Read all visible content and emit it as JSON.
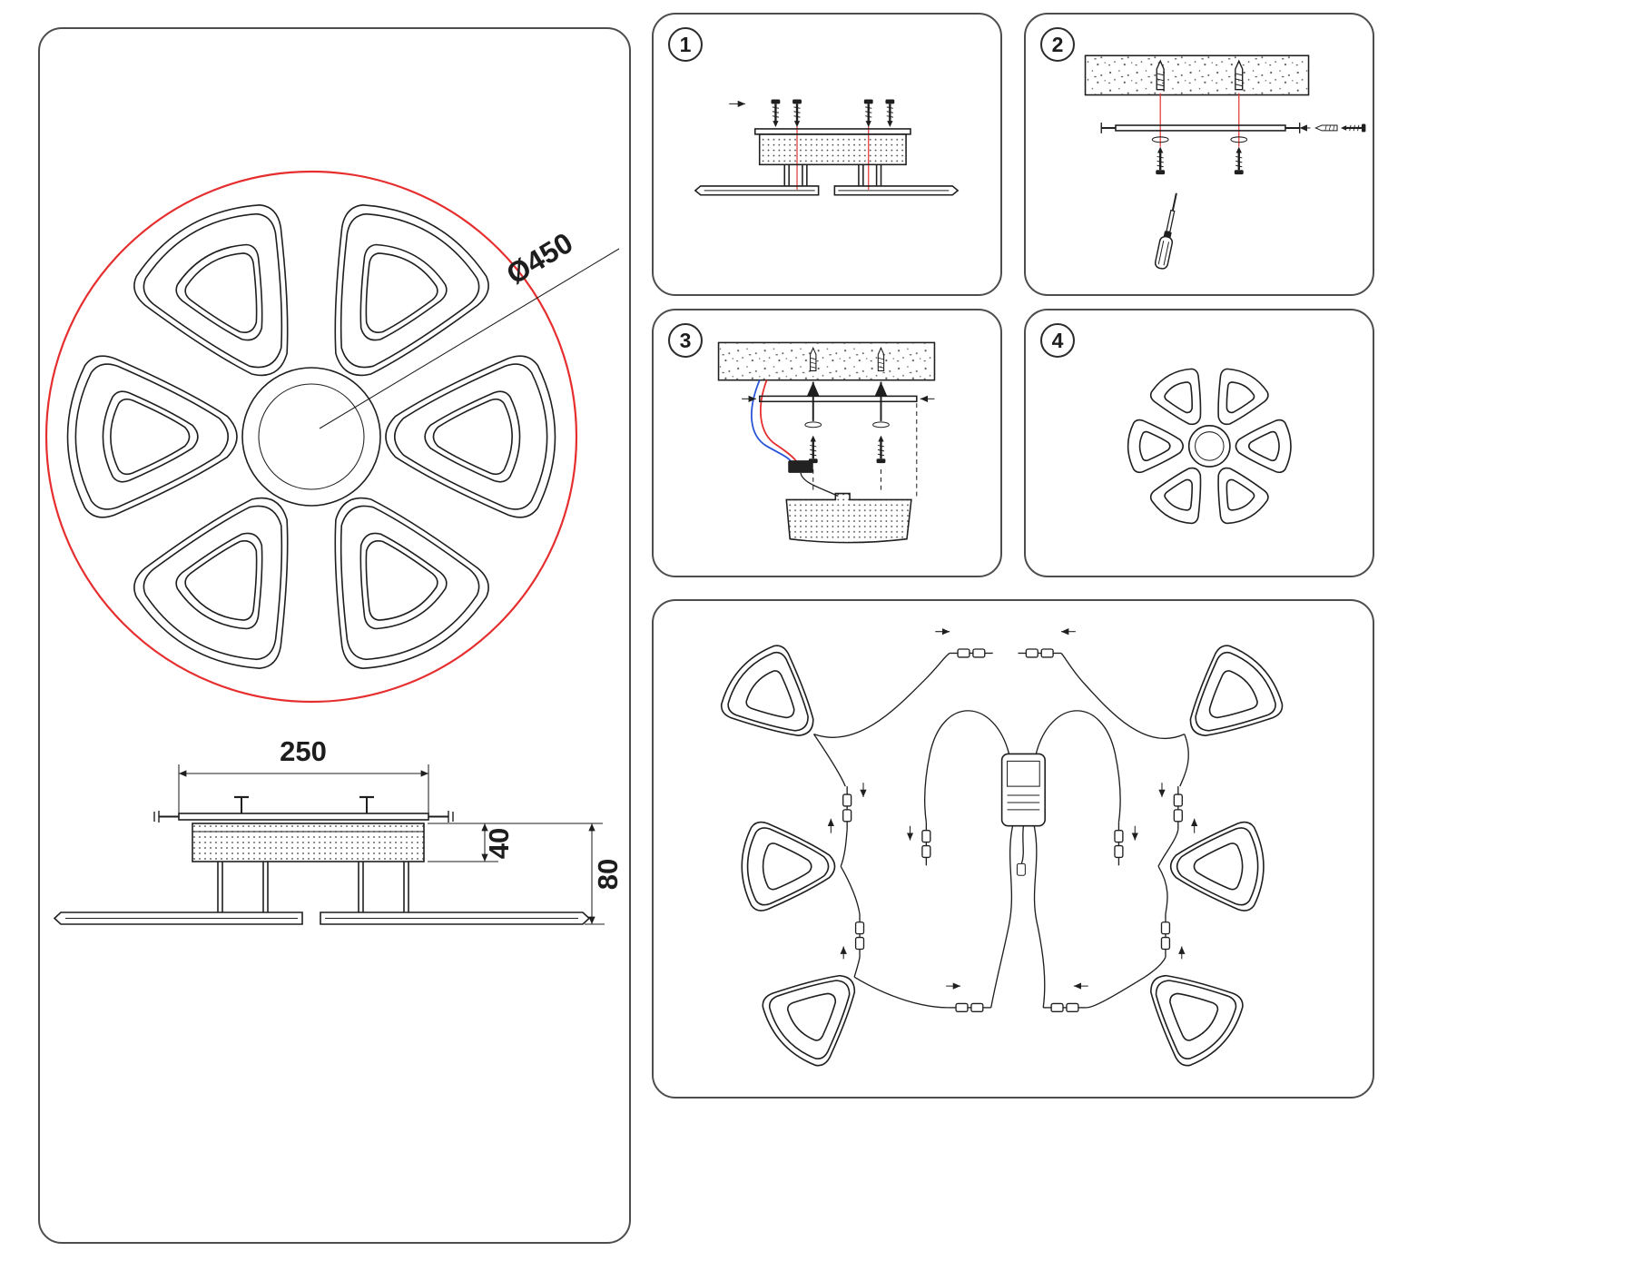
{
  "dimensions": {
    "diameter": "Ø450",
    "width": "250",
    "body_height": "40",
    "total_height": "80"
  },
  "steps": [
    {
      "number": "1"
    },
    {
      "number": "2"
    },
    {
      "number": "3"
    },
    {
      "number": "4"
    }
  ],
  "colors": {
    "line": "#1f1f1f",
    "accent_red": "#e62e2e",
    "wire_blue": "#2753d9",
    "panel_border": "#4d4d4d"
  }
}
